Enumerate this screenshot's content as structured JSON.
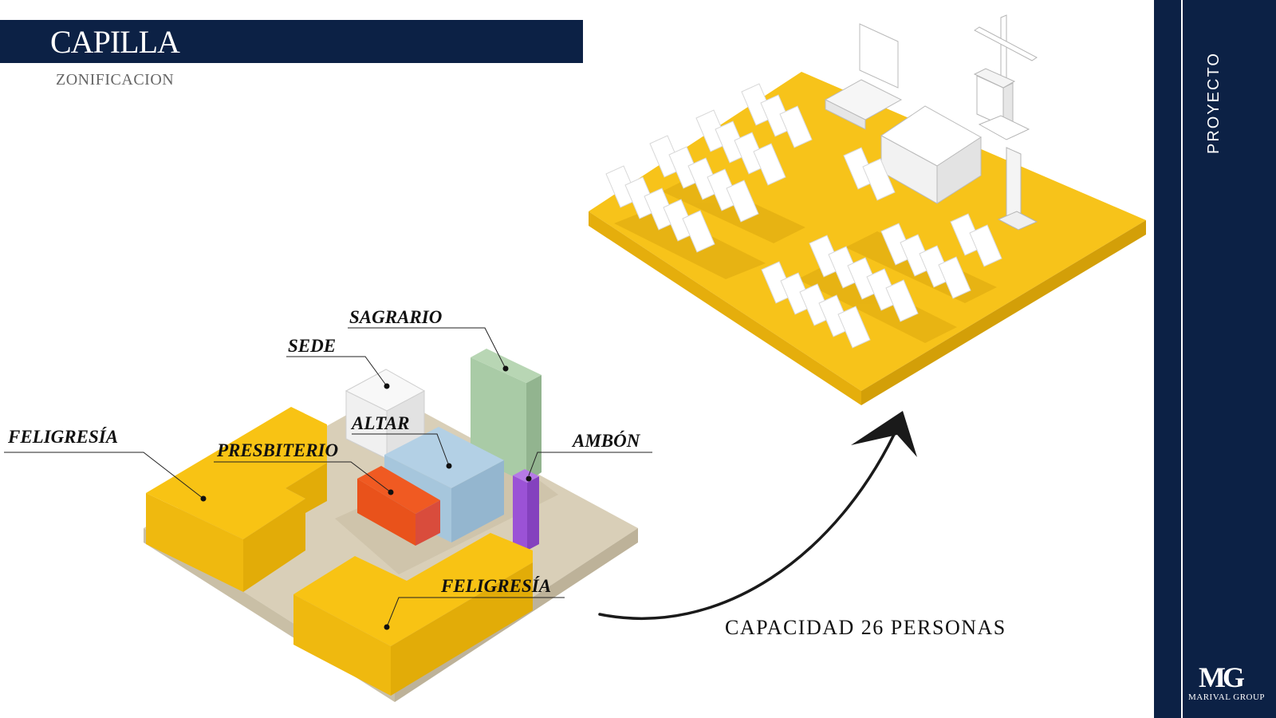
{
  "header": {
    "title": "CAPILLA",
    "subtitle": "ZONIFICACION"
  },
  "side_panel": {
    "label": "PROYECTO",
    "logo_mark": "MG",
    "logo_text": "MARIVAL GROUP"
  },
  "zones": {
    "feligresia_left": "FELIGRESÍA",
    "presbiterio": "PRESBITERIO",
    "sede": "SEDE",
    "sagrario": "SAGRARIO",
    "altar": "ALTAR",
    "ambon": "AMBÓN",
    "feligresia_right": "FELIGRESÍA"
  },
  "capacity": "CAPACIDAD 26 PERSONAS",
  "colors": {
    "navy": "#0c2145",
    "yellow": "#f8c314",
    "base": "#d6ccb6",
    "presbiterio": "#e9521b",
    "altar": "#a6c6dc",
    "sagrario": "#a9cba6",
    "sede": "#ececec",
    "ambon": "#9b52d6"
  }
}
